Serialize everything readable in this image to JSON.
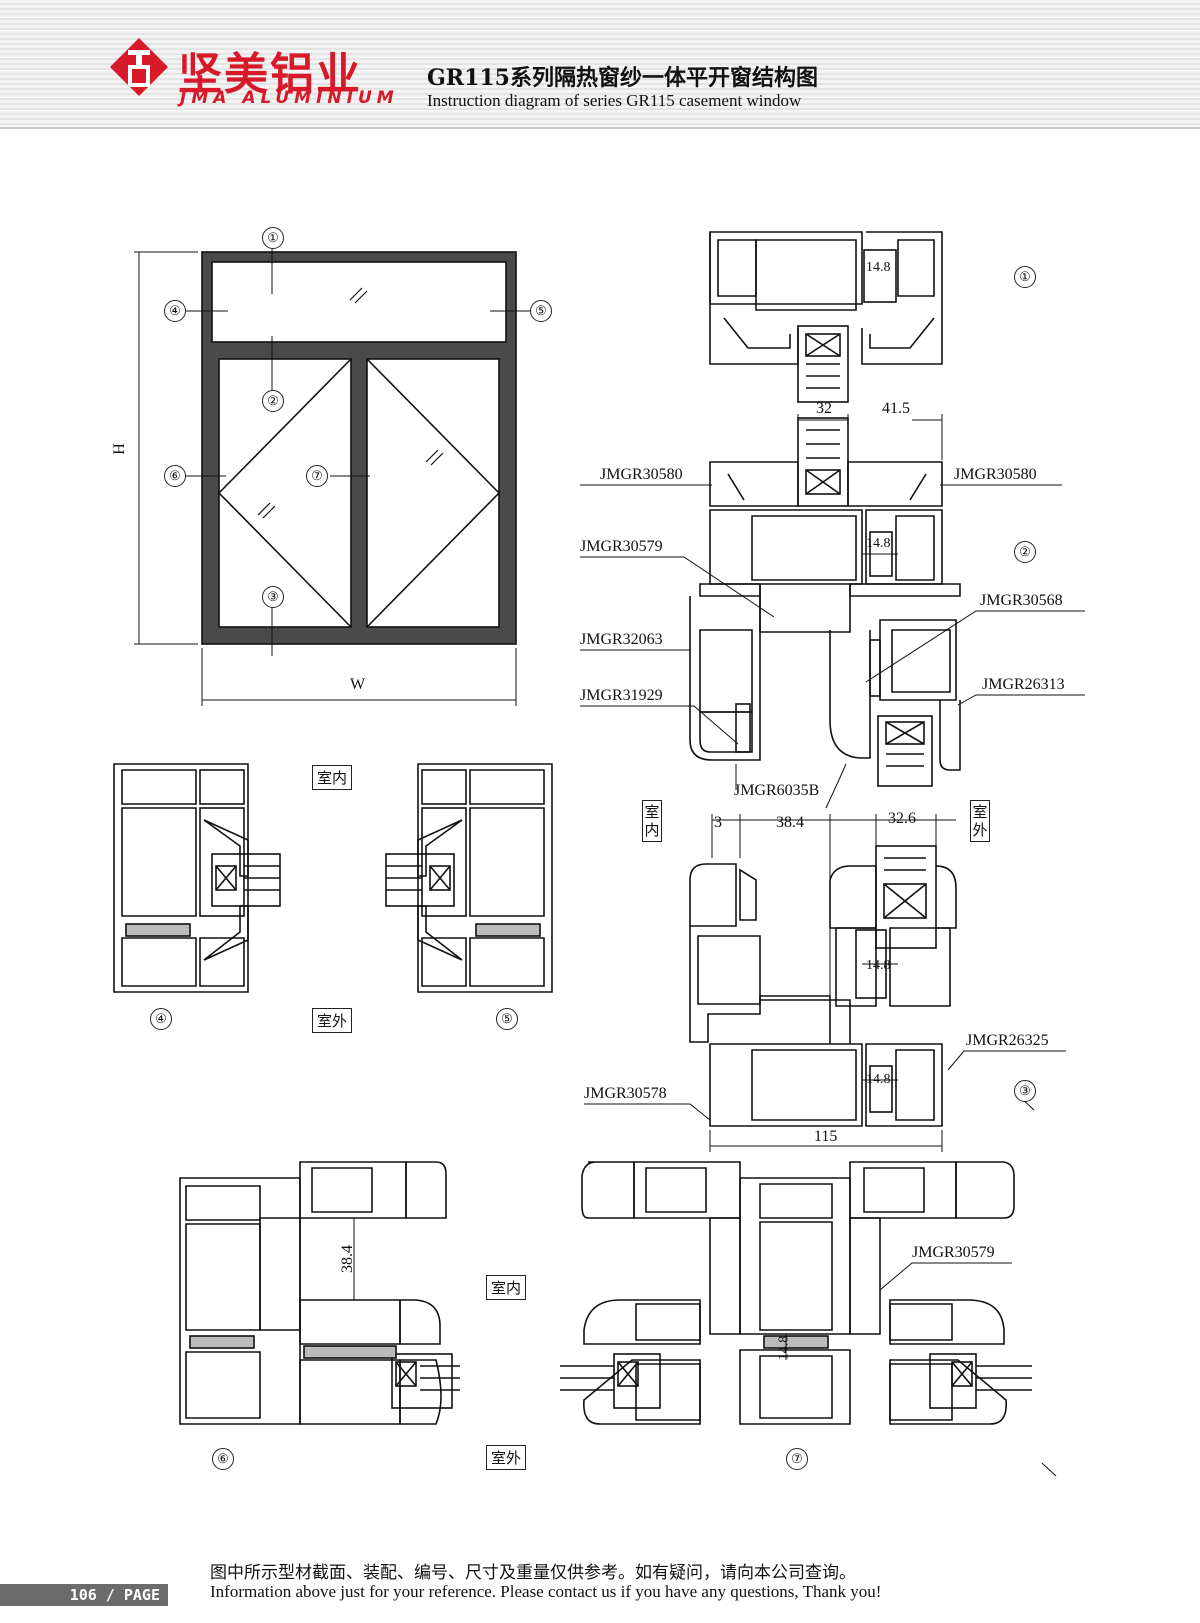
{
  "header": {
    "brand_cn": "坚美铝业",
    "brand_en": "JMA ALUMINIUM",
    "title_cn": "GR115系列隔热窗纱一体平开窗结构图",
    "title_en": "Instruction diagram of series GR115 casement window",
    "brand_color": "#d7192a"
  },
  "elevation": {
    "width_label": "W",
    "height_label": "H",
    "markers": [
      "①",
      "②",
      "③",
      "④",
      "⑤",
      "⑥",
      "⑦"
    ]
  },
  "section_markers": {
    "s1": "①",
    "s2": "②",
    "s3": "③",
    "s4": "④",
    "s5": "⑤",
    "s6": "⑥",
    "s7": "⑦"
  },
  "zones": {
    "indoor": "室内",
    "outdoor": "室外",
    "indoor_v": [
      "室",
      "内"
    ],
    "outdoor_v": [
      "室",
      "外"
    ]
  },
  "dimensions": {
    "d_14_8": "14.8",
    "d_32": "32",
    "d_41_5": "41.5",
    "d_3": "3",
    "d_38_4": "38.4",
    "d_32_6": "32.6",
    "d_115": "115"
  },
  "profiles": {
    "p30580_left": "JMGR30580",
    "p30580_right": "JMGR30580",
    "p30579": "JMGR30579",
    "p30568": "JMGR30568",
    "p32063": "JMGR32063",
    "p26313": "JMGR26313",
    "p31929": "JMGR31929",
    "p6035b": "JMGR6035B",
    "p26325": "JMGR26325",
    "p30578": "JMGR30578",
    "p30579_b": "JMGR30579"
  },
  "footer": {
    "note_cn": "图中所示型材截面、装配、编号、尺寸及重量仅供参考。如有疑问，请向本公司查询。",
    "note_en": "Information above just for your reference. Please contact us if you have any questions, Thank you!",
    "page": "106 / PAGE"
  }
}
